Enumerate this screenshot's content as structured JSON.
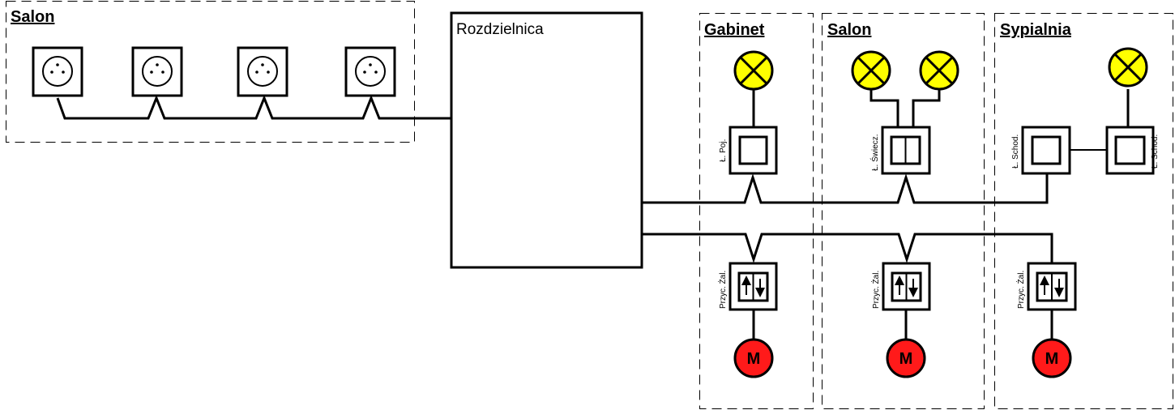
{
  "diagram": {
    "title": "Schemat instalacji elektrycznej",
    "colors": {
      "lamp_fill": "#FFFF00",
      "motor_fill": "#FF1A1A",
      "line": "#000000",
      "socket_bg": "#FFFFFF"
    },
    "distribution_board": {
      "label": "Rozdzielnica"
    },
    "zones": [
      {
        "id": "salon-sockets",
        "title": "Salon"
      },
      {
        "id": "gabinet",
        "title": "Gabinet"
      },
      {
        "id": "salon-lights",
        "title": "Salon"
      },
      {
        "id": "sypialnia",
        "title": "Sypialnia"
      }
    ],
    "sockets": [
      {
        "name": "socket-1",
        "icon": "socket-icon"
      },
      {
        "name": "socket-2",
        "icon": "socket-icon"
      },
      {
        "name": "socket-3",
        "icon": "socket-icon"
      },
      {
        "name": "socket-4",
        "icon": "socket-icon"
      }
    ],
    "switches": {
      "gabinet_single": {
        "label": "Ł. Poj.",
        "icon": "single-switch-icon"
      },
      "salon_chandelier": {
        "label": "Ł. Świecz.",
        "icon": "chandelier-switch-icon"
      },
      "sypialnia_stair_left": {
        "label": "Ł. Schod.",
        "icon": "staircase-switch-icon"
      },
      "sypialnia_stair_right": {
        "label": "Ł. Schod.",
        "icon": "staircase-switch-icon"
      }
    },
    "blind_switches": {
      "gabinet": {
        "label": "Przyc. Żal.",
        "icon": "blind-switch-icon"
      },
      "salon": {
        "label": "Przyc. Żal.",
        "icon": "blind-switch-icon"
      },
      "sypialnia": {
        "label": "Przyc. Żal.",
        "icon": "blind-switch-icon"
      }
    },
    "motors": {
      "gabinet": {
        "label": "M"
      },
      "salon": {
        "label": "M"
      },
      "sypialnia": {
        "label": "M"
      }
    },
    "lamps": [
      "gabinet-lamp",
      "salon-lamp-left",
      "salon-lamp-right",
      "sypialnia-lamp"
    ]
  }
}
